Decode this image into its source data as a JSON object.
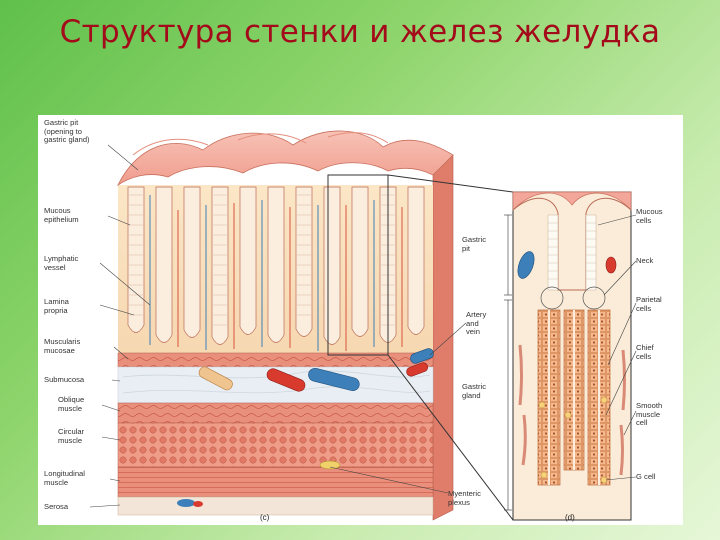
{
  "slide": {
    "title": "Структура стенки и желез желудка"
  },
  "panel_c": {
    "tag": "(c)",
    "labels": {
      "gastric_pit": "Gastric pit\n(opening to\ngastric gland)",
      "mucous_epithelium": "Mucous\nepithelium",
      "lymphatic_vessel": "Lymphatic\nvessel",
      "lamina_propria": "Lamina\npropria",
      "muscularis_mucosae": "Muscularis\nmucosae",
      "submucosa": "Submucosa",
      "oblique_muscle": "Oblique\nmuscle",
      "circular_muscle": "Circular\nmuscle",
      "longitudinal_muscle": "Longitudinal\nmuscle",
      "serosa": "Serosa",
      "artery_and_vein": "Artery\nand\nvein",
      "myenteric_plexus": "Myenteric\nplexus"
    }
  },
  "panel_d": {
    "tag": "(d)",
    "labels": {
      "gastric_pit": "Gastric\npit",
      "gastric_gland": "Gastric\ngland",
      "mucous_cells": "Mucous\ncells",
      "neck": "Neck",
      "parietal_cells": "Parietal\ncells",
      "chief_cells": "Chief\ncells",
      "smooth_muscle_cell": "Smooth\nmuscle\ncell",
      "g_cell": "G cell"
    }
  },
  "colors": {
    "title": "#a30a1a",
    "background_start": "#5fc04a",
    "background_end": "#e6f7d8",
    "mucosa_pink": "#f2a79a",
    "muscle_red": "#e8836f",
    "submucosa": "#e6ecf3",
    "artery": "#d83a2e",
    "vein": "#3d7fb8",
    "gland_cells": "#f3b07a"
  }
}
